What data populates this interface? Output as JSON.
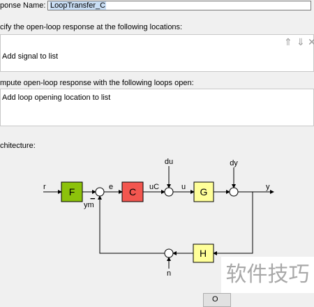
{
  "response_name": {
    "label": "ponse Name:",
    "value": "LoopTransfer_C"
  },
  "signals_section": {
    "label": "cify the open-loop response at the following locations:",
    "add_link": "Add signal to list",
    "icons": [
      "move-up-icon",
      "move-down-icon",
      "delete-icon"
    ]
  },
  "loops_section": {
    "label": "mpute open-loop response with the following loops open:",
    "add_link": "Add loop opening location to list"
  },
  "architecture": {
    "label": "chitecture:",
    "blocks": {
      "F": "F",
      "C": "C",
      "G": "G",
      "H": "H"
    },
    "signals": {
      "r": "r",
      "e": "e",
      "uC": "uC",
      "u": "u",
      "du": "du",
      "dy": "dy",
      "y": "y",
      "ym": "ym",
      "n": "n"
    },
    "minus_sign": "−",
    "colors": {
      "F": "#8cc20b",
      "C": "#f2564f",
      "G": "#ffff99",
      "H": "#ffff99"
    }
  },
  "watermark": "软件技巧",
  "ok_button": "O"
}
